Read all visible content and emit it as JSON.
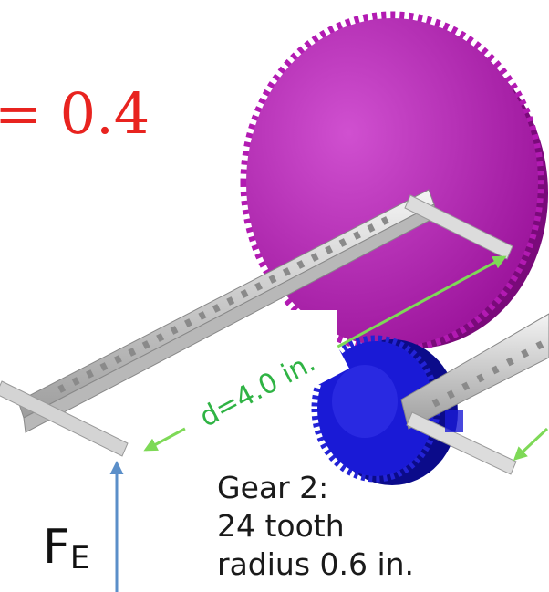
{
  "equation_label": "= 0.4",
  "dimension_label": "d=4.0 in.",
  "force_label": {
    "symbol": "F",
    "subscript": "E"
  },
  "gear2_note": {
    "line1": "Gear 2:",
    "line2": "24 tooth",
    "line3": "radius 0.6 in."
  },
  "colors": {
    "equation": "#e8231f",
    "gear_large": "#c21fc2",
    "gear_small": "#1a1ad6",
    "dimension": "#7ed957",
    "force_arrow": "#5b8fc9",
    "beam": "#cfcfcf"
  }
}
